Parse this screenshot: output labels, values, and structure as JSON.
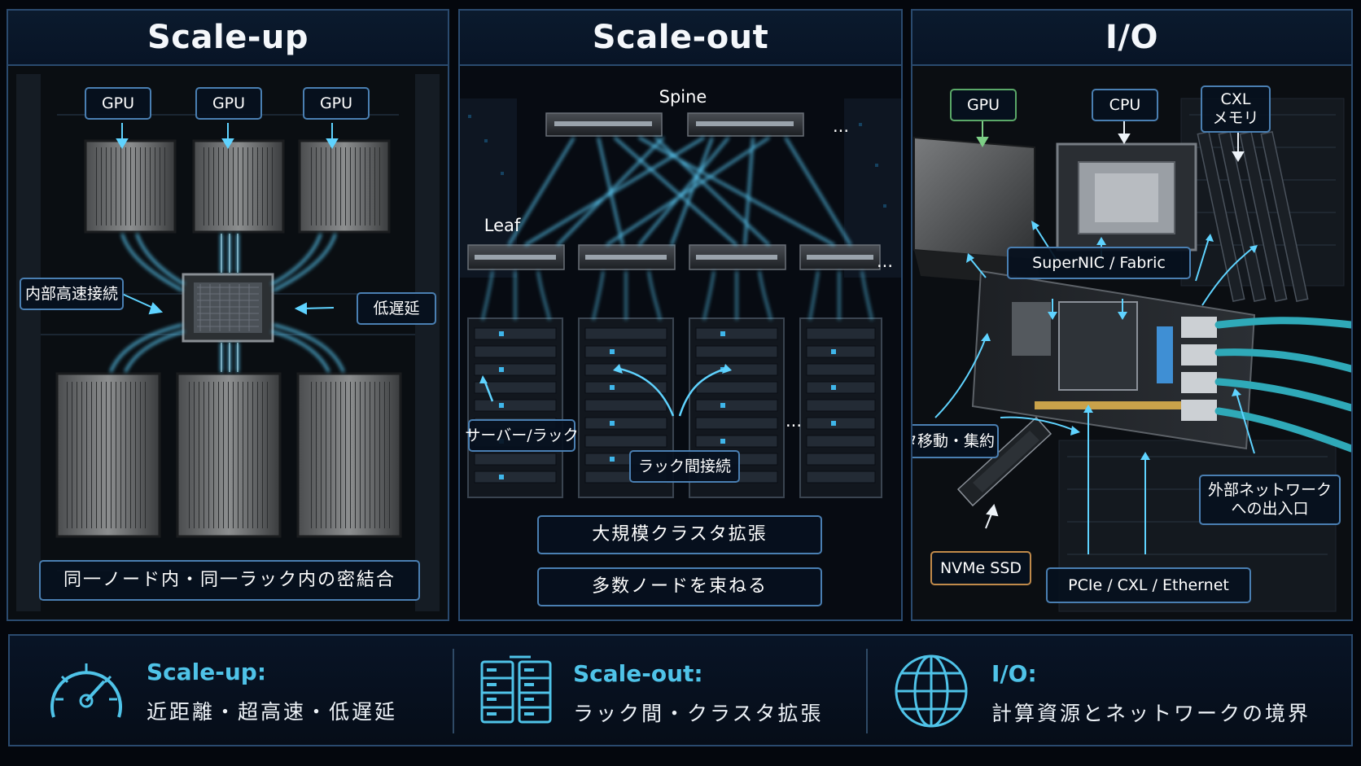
{
  "panels": {
    "scaleup": {
      "title": "Scale-up",
      "gpu_labels": [
        "GPU",
        "GPU",
        "GPU"
      ],
      "interconnect": "内部高速接続",
      "low_latency": "低遅延",
      "caption": "同一ノード内・同一ラック内の密結合"
    },
    "scaleout": {
      "title": "Scale-out",
      "spine": "Spine",
      "leaf": "Leaf",
      "server_rack": "サーバー/ラック",
      "inter_rack": "ラック間接続",
      "cluster_expand": "大規模クラスタ拡張",
      "bundle_nodes": "多数ノードを束ねる",
      "ellipsis": "..."
    },
    "io": {
      "title": "I/O",
      "gpu": "GPU",
      "cpu": "CPU",
      "cxl_memory": "CXL\nメモリ",
      "supernic": "SuperNIC / Fabric",
      "data_move": "データ移動・集約",
      "external_gateway": "外部ネットワーク\nへの出入口",
      "nvme": "NVMe SSD",
      "interfaces": "PCIe / CXL / Ethernet"
    }
  },
  "summary": [
    {
      "title": "Scale-up:",
      "desc": "近距離・超高速・低遅延",
      "icon": "speedometer-icon"
    },
    {
      "title": "Scale-out:",
      "desc": "ラック間・クラスタ拡張",
      "icon": "server-rack-icon"
    },
    {
      "title": "I/O:",
      "desc": "計算資源とネットワークの境界",
      "icon": "globe-icon"
    }
  ],
  "colors": {
    "accent": "#4fc3e8",
    "link": "#5fd3ff",
    "panel_border": "#2a4a6e",
    "label_border": "#4a7fb2",
    "gpu_green": "#5aa868",
    "nvme_orange": "#c08a4a"
  }
}
